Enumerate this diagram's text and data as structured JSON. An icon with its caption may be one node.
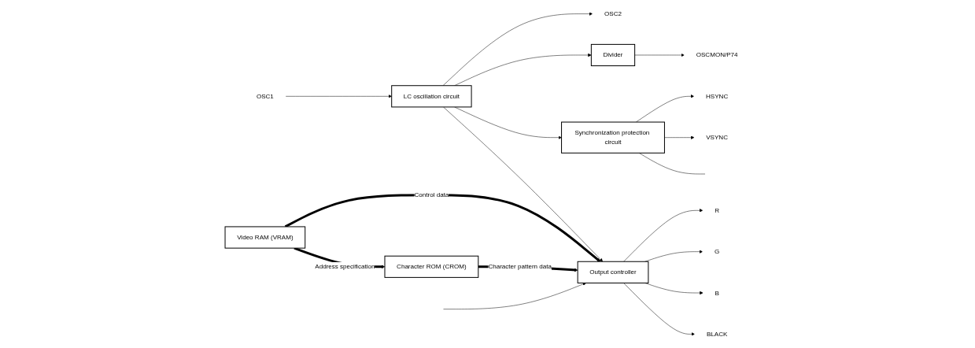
{
  "diagram": {
    "nodes": [
      {
        "text": [
          "OSC1"
        ]
      },
      {
        "text": [
          "OSC2"
        ]
      },
      {
        "text": [
          "LC oscillation circuit"
        ]
      },
      {
        "text": [
          "Divider"
        ]
      },
      {
        "text": [
          "OSCMON/P74"
        ]
      },
      {
        "text": [
          "Synchronization protection circuit"
        ]
      },
      {
        "text": [
          "HSYNC"
        ]
      },
      {
        "text": [
          "VSYNC"
        ]
      },
      {
        "text": [
          "Video RAM (VRAM)"
        ]
      },
      {
        "text": [
          "Character ROM (CROM)"
        ]
      },
      {
        "text": [
          "Output controller"
        ]
      },
      {
        "text": [
          "R"
        ]
      },
      {
        "text": [
          "G"
        ]
      },
      {
        "text": [
          "B"
        ]
      },
      {
        "text": [
          "BLACK"
        ]
      }
    ],
    "edges": [
      {
        "from": 0,
        "to": 2,
        "arrow": "to"
      },
      {
        "from": 2,
        "to": 1,
        "arrow": "to"
      },
      {
        "from": 2,
        "to": 3,
        "arrow": "to"
      },
      {
        "from": 3,
        "to": 4,
        "arrow": "to"
      },
      {
        "from": 2,
        "to": 5,
        "arrow": "to"
      },
      {
        "from": 2,
        "to": 10,
        "arrow": "to"
      },
      {
        "from": 5,
        "to": 6,
        "arrow": "to"
      },
      {
        "from": 5,
        "to": 7,
        "arrow": "to"
      },
      {
        "from": 5,
        "to": null,
        "arrow": "none"
      },
      {
        "from": 8,
        "to": 9,
        "arrow": "to",
        "label": "Address specification",
        "style": "thick"
      },
      {
        "from": 8,
        "to": 10,
        "arrow": "to",
        "label": "Control data",
        "style": "thick"
      },
      {
        "from": 9,
        "to": 10,
        "arrow": "to",
        "label": "Character pattern data",
        "style": "thick"
      },
      {
        "from": null,
        "to": 10,
        "arrow": "to"
      },
      {
        "from": 10,
        "to": 11,
        "arrow": "to"
      },
      {
        "from": 10,
        "to": 12,
        "arrow": "to"
      },
      {
        "from": 10,
        "to": 13,
        "arrow": "to"
      },
      {
        "from": 10,
        "to": 14,
        "arrow": "to"
      }
    ]
  }
}
